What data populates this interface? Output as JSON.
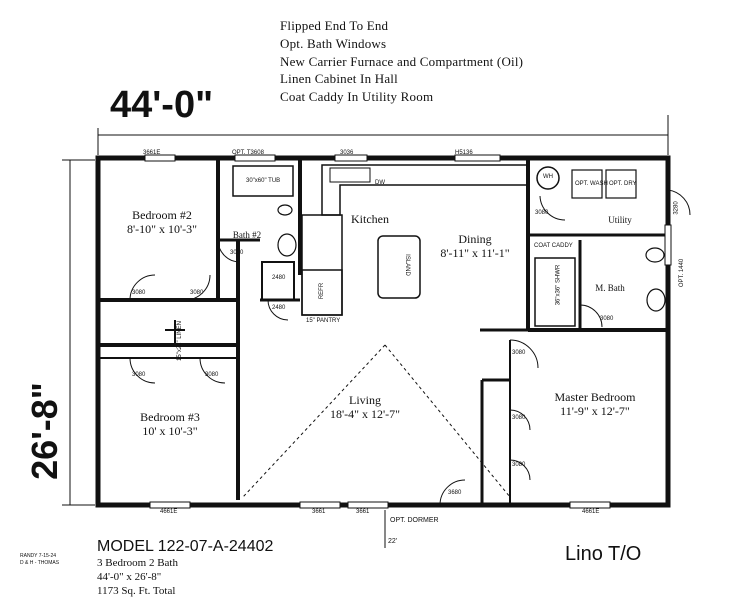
{
  "notes": [
    "Flipped End To End",
    "Opt. Bath Windows",
    "New Carrier Furnace and Compartment (Oil)",
    "Linen Cabinet In Hall",
    "Coat Caddy In Utility Room"
  ],
  "dims": {
    "width": "44'-0\"",
    "depth": "26'-8\""
  },
  "rooms": {
    "bedroom2": {
      "name": "Bedroom #2",
      "size": "8'-10\" x 10'-3\""
    },
    "bath2": {
      "name": "Bath #2"
    },
    "kitchen": {
      "name": "Kitchen"
    },
    "dining": {
      "name": "Dining",
      "size": "8'-11\" x 11'-1\""
    },
    "utility": {
      "name": "Utility"
    },
    "mbath": {
      "name": "M. Bath"
    },
    "living": {
      "name": "Living",
      "size": "18'-4\" x 12'-7\""
    },
    "bedroom3": {
      "name": "Bedroom #3",
      "size": "10' x 10'-3\""
    },
    "master": {
      "name": "Master Bedroom",
      "size": "11'-9\" x 12'-7\""
    }
  },
  "labels": {
    "win_top1": "3661E",
    "win_top2": "OPT. T3608",
    "win_top3": "3036",
    "win_top4": "H5136",
    "win_bot1": "4661E",
    "win_bot2": "3661",
    "win_bot3": "3661",
    "win_bot4": "4661E",
    "opt_dormer": "OPT. DORMER",
    "dormer_dist": "22'",
    "tub": "30\"x60\" TUB",
    "wh": "WH",
    "washer": "OPT. WASH",
    "dryer": "OPT. DRY",
    "coat_caddy": "COAT CADDY",
    "shower": "36\"x36\" SHWR",
    "island": "ISLAND",
    "refr": "REFR",
    "pantry": "15\" PANTRY",
    "dw": "DW",
    "linen": "15\"x21\" LINEN",
    "door3280": "3280",
    "opt1440": "OPT. 1440",
    "d3080a": "3080",
    "d3080b": "3080",
    "d3080c": "3080",
    "d3080d": "3080",
    "d3080e": "3080",
    "d3080f": "3080",
    "d3080g": "3080",
    "d2480a": "2480",
    "d2480b": "2480",
    "d3080h": "3080",
    "d3080i": "3080",
    "d3080j": "3080",
    "d3080k": "3680"
  },
  "model": {
    "name": "MODEL 122-07-A-24402",
    "beds_baths": "3 Bedroom 2 Bath",
    "dimensions": "44'-0\" x 26'-8\"",
    "sqft": "1173 Sq. Ft. Total",
    "stamp1": "RANDY 7-15-24",
    "stamp2": "D & H - THOMAS"
  },
  "plan_name": "Lino T/O"
}
